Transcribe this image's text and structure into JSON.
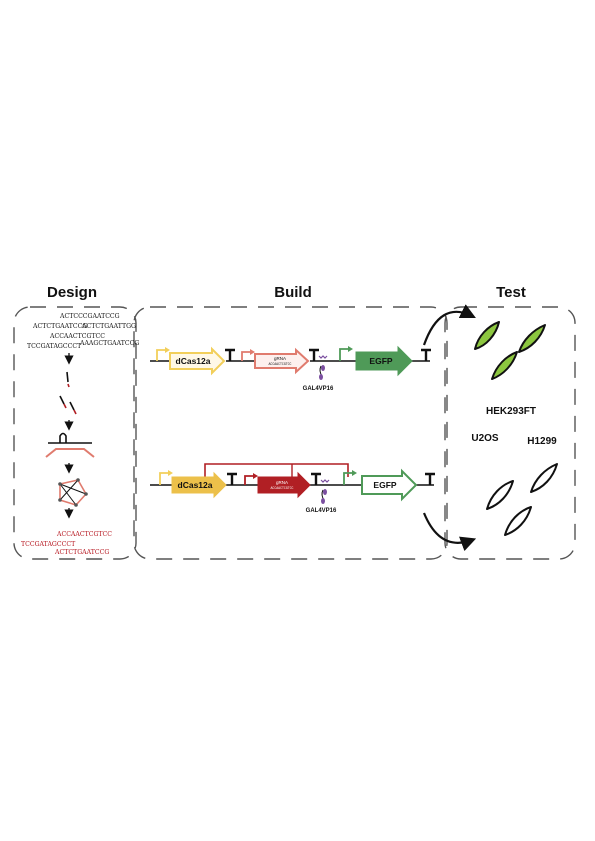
{
  "panels": {
    "design_title": "Design",
    "build_title": "Build",
    "test_title": "Test"
  },
  "design": {
    "sequences": [
      "ACTCCCGAATCCG",
      "ACTCTGAATCCG",
      "ACTCTGAATTGG",
      "ACCAACTCGTCC",
      "TCCGATAGCCCT",
      "AAAGCTGAATCCG"
    ],
    "selected": [
      "ACCAACTCGTCC",
      "TCCGATAGCCCT",
      "ACTCTGAATCCG"
    ]
  },
  "build": {
    "top": {
      "gene1": "dCas12a",
      "grna_label": "gRNA",
      "grna_seq": "ACCAACTCGTCC",
      "activator": "GAL4VP16",
      "reporter": "EGFP"
    },
    "bottom": {
      "gene1": "dCas12a",
      "grna_label": "gRNA",
      "grna_seq": "ACCAACTCGTCC",
      "activator": "GAL4VP16",
      "reporter": "EGFP"
    }
  },
  "test": {
    "cell_lines": [
      "HEK293FT",
      "U2OS",
      "H1299"
    ]
  },
  "colors": {
    "yellow": "#f2cf5b",
    "yellow_light": "#f7dc8a",
    "salmon": "#e07b6e",
    "dark_red": "#b11f24",
    "green": "#4f9a58",
    "leaf_green": "#8cc63f",
    "purple": "#7b4fa0"
  }
}
